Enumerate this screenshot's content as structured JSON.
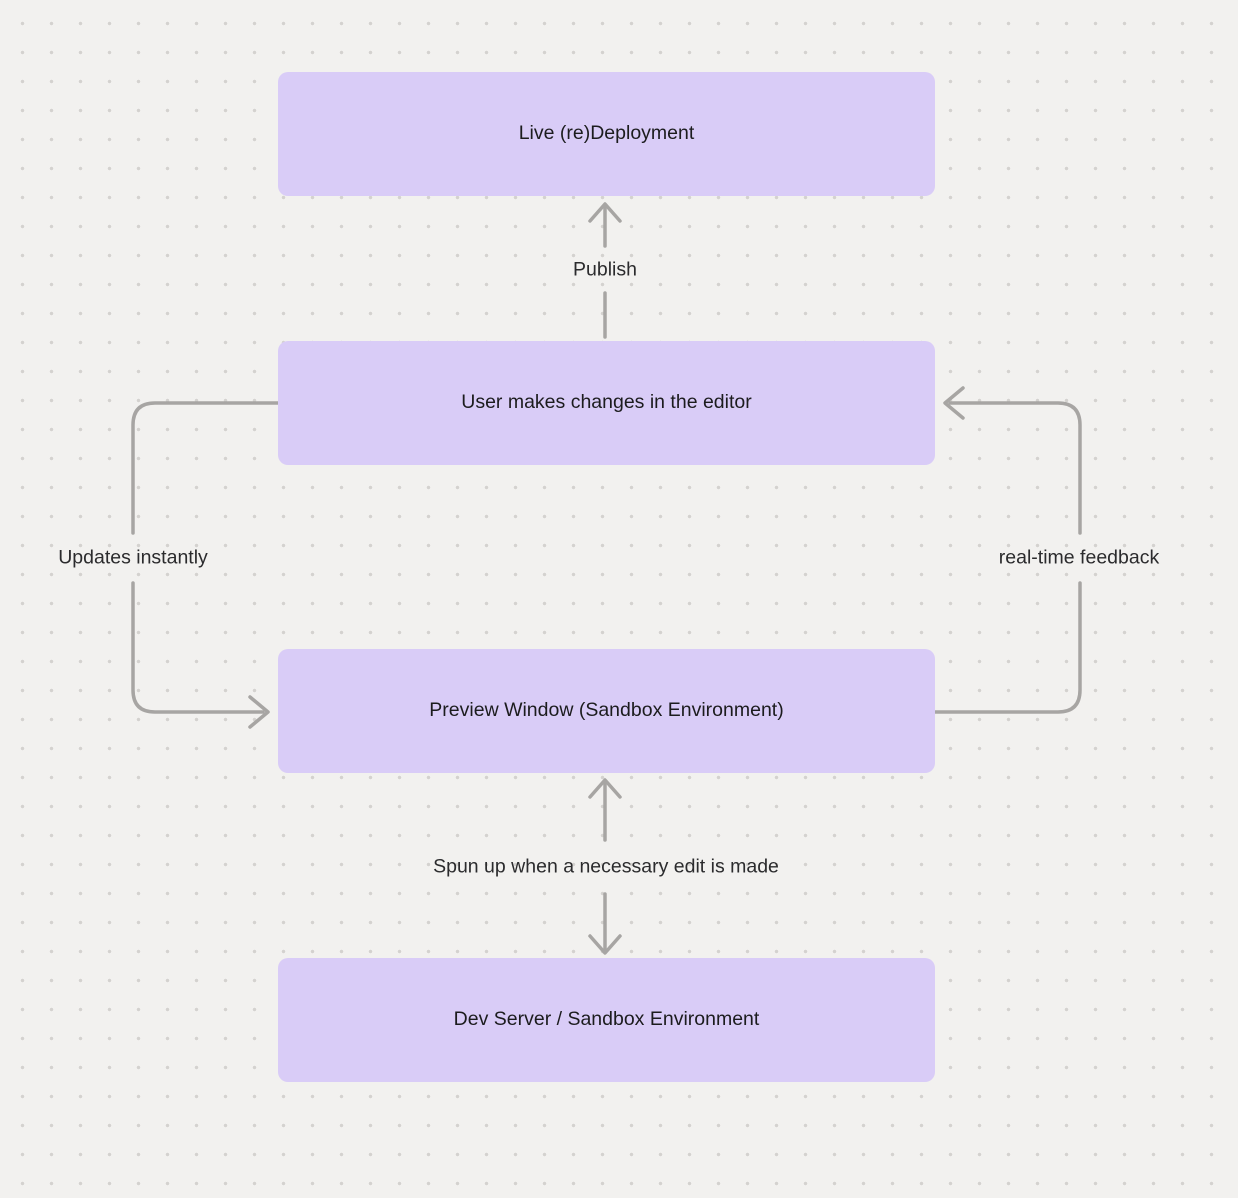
{
  "canvas": {
    "background_color": "#f2f1ef",
    "dot_grid_color": "#d4d2cf",
    "node_fill_color": "#d9ccf7",
    "node_text_color": "#1c1c1e",
    "arrow_color": "#a7a5a3",
    "edge_label_color": "#2b2b2d"
  },
  "nodes": [
    {
      "id": "live-redeployment",
      "label": "Live (re)Deployment"
    },
    {
      "id": "user-changes",
      "label": "User makes changes in the editor"
    },
    {
      "id": "preview-window",
      "label": "Preview Window (Sandbox Environment)"
    },
    {
      "id": "dev-server",
      "label": "Dev Server / Sandbox Environment"
    }
  ],
  "edges": {
    "publish": {
      "label": "Publish",
      "from": "user-changes",
      "to": "live-redeployment",
      "direction": "up"
    },
    "updates_instantly": {
      "label": "Updates instantly",
      "from": "user-changes",
      "to": "preview-window",
      "direction": "left-loop"
    },
    "realtime_feedback": {
      "label": "real-time feedback",
      "from": "preview-window",
      "to": "user-changes",
      "direction": "right-loop"
    },
    "spun_up": {
      "label": "Spun up when a necessary edit is made",
      "from": "dev-server",
      "to": "preview-window",
      "direction": "bidirectional"
    }
  }
}
